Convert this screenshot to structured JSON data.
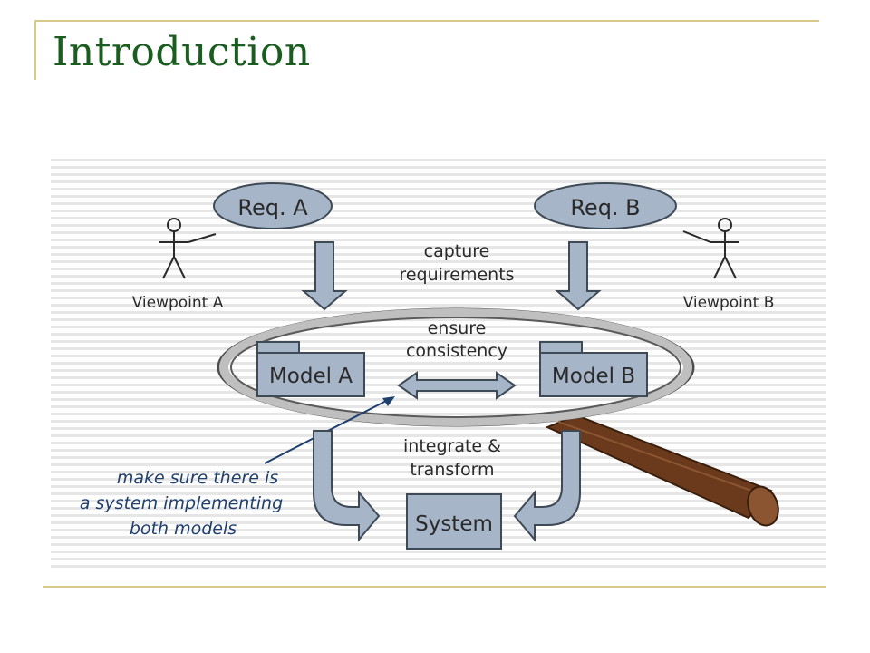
{
  "slide": {
    "title": "Introduction"
  },
  "diagram": {
    "req_a": "Req. A",
    "req_b": "Req. B",
    "viewpoint_a": "Viewpoint A",
    "viewpoint_b": "Viewpoint B",
    "capture_line1": "capture",
    "capture_line2": "requirements",
    "ensure_line1": "ensure",
    "ensure_line2": "consistency",
    "model_a": "Model A",
    "model_b": "Model B",
    "integrate_line1": "integrate &",
    "integrate_line2": "transform",
    "system": "System",
    "note_line1": "make sure there is",
    "note_line2": "a system implementing",
    "note_line3": "both models"
  },
  "colors": {
    "title": "#1a5e1f",
    "rule": "#d8c98a",
    "shape_fill": "#a6b5c8",
    "shape_stroke": "#4b5563",
    "note_text": "#1f3f6e",
    "handle": "#6b3a1c"
  }
}
